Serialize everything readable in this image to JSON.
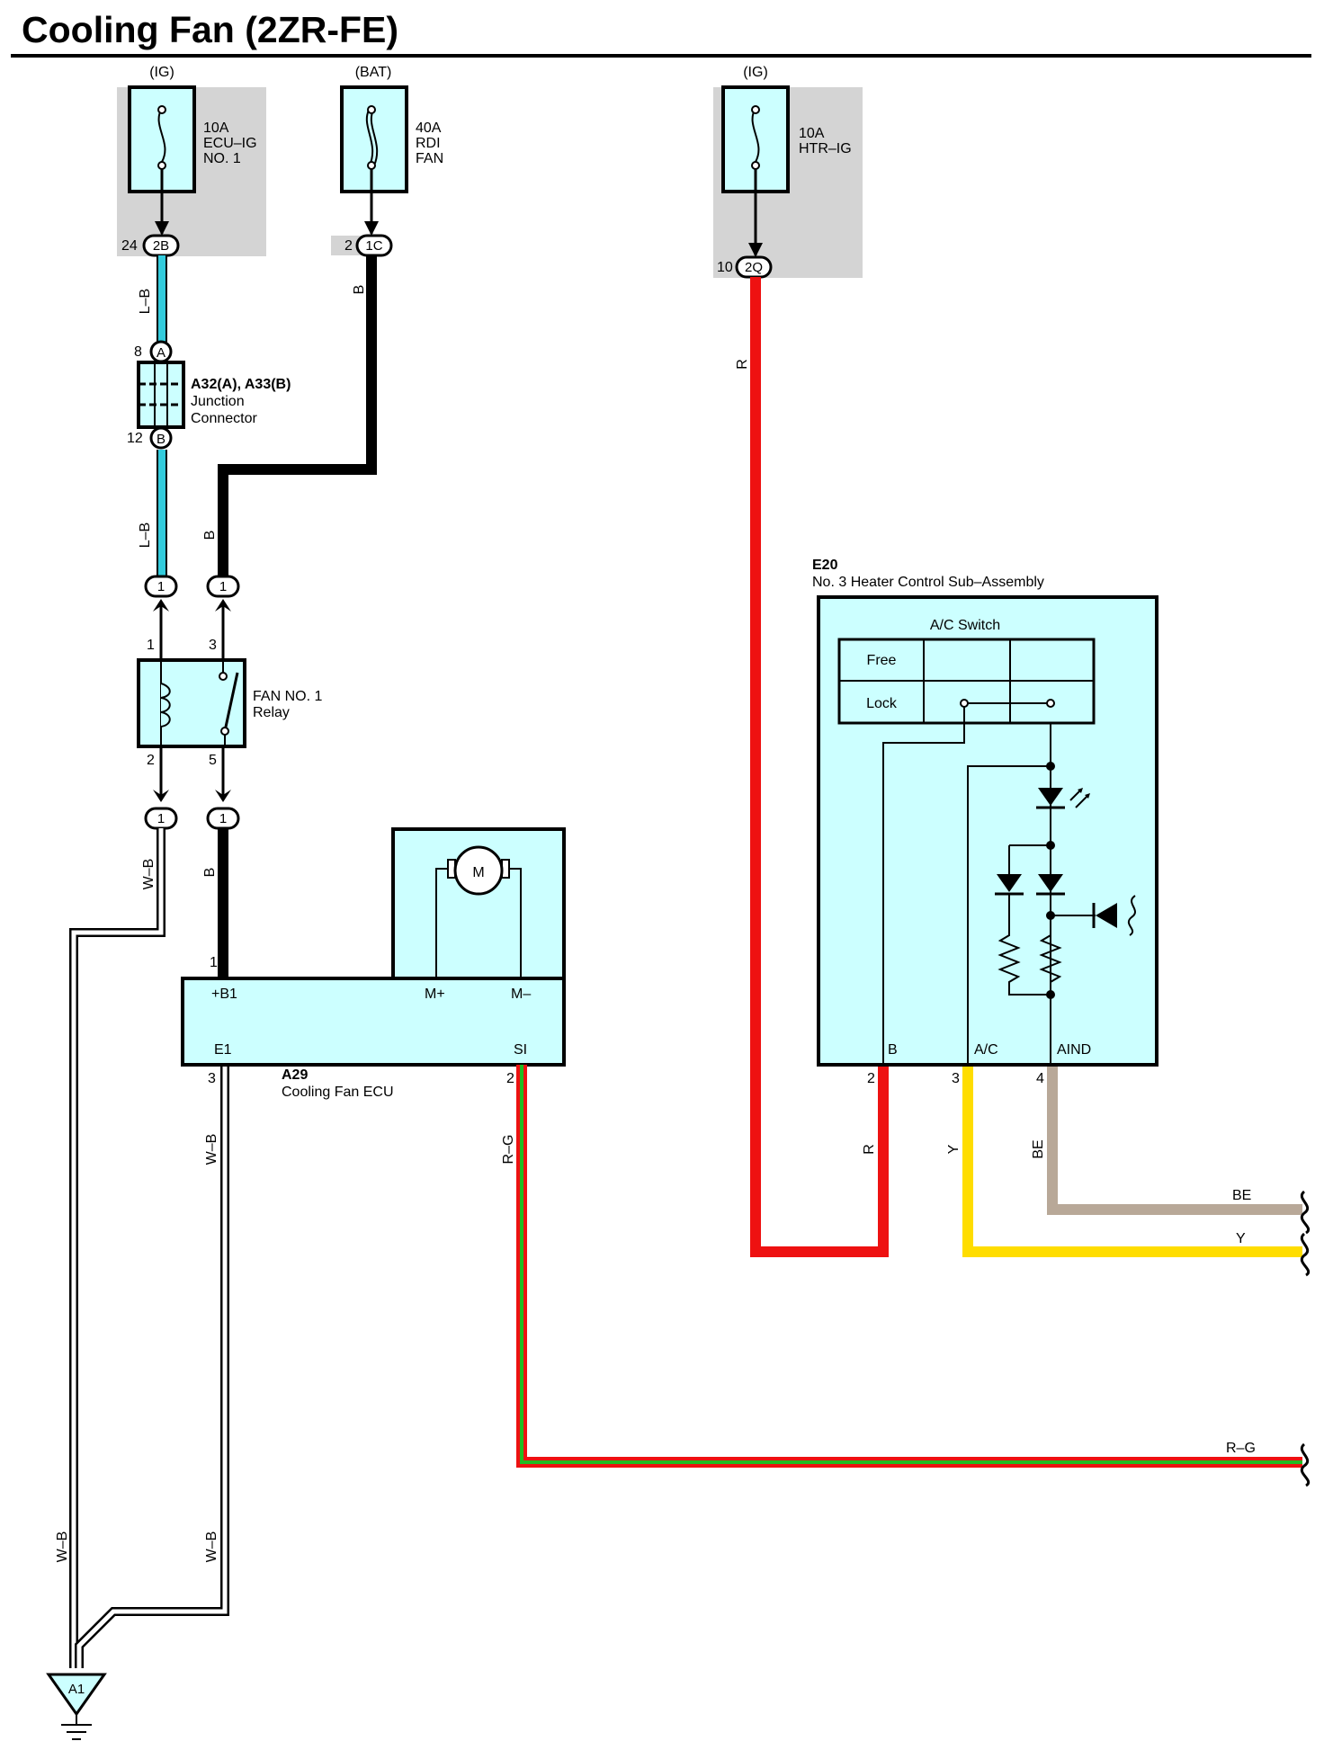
{
  "title": "Cooling Fan (2ZR-FE)",
  "fuses": [
    {
      "source": "(IG)",
      "rating": "10A",
      "name_line1": "ECU–IG",
      "name_line2": "NO. 1",
      "pin": "24",
      "connector": "2B"
    },
    {
      "source": "(BAT)",
      "rating": "40A",
      "name_line1": "RDI",
      "name_line2": "FAN",
      "pin": "2",
      "connector": "1C"
    },
    {
      "source": "(IG)",
      "rating": "10A",
      "name_line1": "HTR–IG",
      "name_line2": "",
      "pin": "10",
      "connector": "2Q"
    }
  ],
  "junction": {
    "code": "A32(A), A33(B)",
    "name_line1": "Junction",
    "name_line2": "Connector",
    "pin_a": "8",
    "letter_a": "A",
    "pin_b": "12",
    "letter_b": "B"
  },
  "relay": {
    "name_line1": "FAN NO. 1",
    "name_line2": "Relay",
    "pin1": "1",
    "pin2": "2",
    "pin3": "3",
    "pin5": "5",
    "conn": "1"
  },
  "ecu": {
    "code": "A29",
    "name": "Cooling Fan ECU",
    "motor": "M",
    "pin_b1": "+B1",
    "pin_mplus": "M+",
    "pin_mminus": "M–",
    "pin_e1": "E1",
    "pin_si": "SI",
    "num_b1": "1",
    "num_e1": "3",
    "num_si": "2"
  },
  "heater": {
    "code": "E20",
    "name": "No. 3 Heater Control Sub–Assembly",
    "switch_title": "A/C Switch",
    "free": "Free",
    "lock": "Lock",
    "pin_b": "B",
    "pin_ac": "A/C",
    "pin_aind": "AIND",
    "num_b": "2",
    "num_ac": "3",
    "num_aind": "4"
  },
  "wires": {
    "lb": "L–B",
    "b": "B",
    "wb": "W–B",
    "r": "R",
    "rg": "R–G",
    "y": "Y",
    "be": "BE"
  },
  "ground": "A1",
  "colors": {
    "lb": "#33ccdd",
    "b": "#000000",
    "r": "#ee1111",
    "y": "#ffdd00",
    "be": "#b8a898",
    "rg_red": "#ee1111",
    "rg_green": "#22bb22",
    "box": "#ccffff",
    "gray": "#d4d4d4"
  }
}
